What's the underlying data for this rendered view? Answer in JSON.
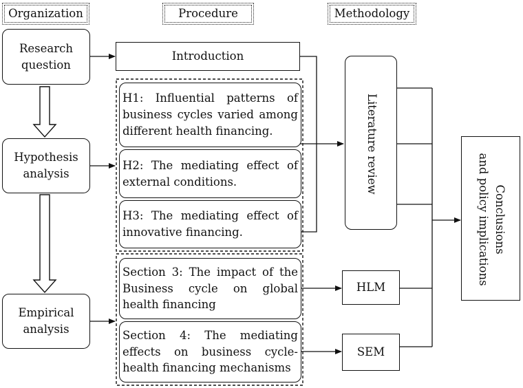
{
  "headers": {
    "organization": "Organization",
    "procedure": "Procedure",
    "methodology": "Methodology"
  },
  "organization": {
    "research_question": "Research question",
    "hypothesis_analysis": "Hypothesis analysis",
    "empirical_analysis": "Empirical analysis"
  },
  "procedure": {
    "introduction": "Introduction",
    "h1": "H1: Influential patterns of business cycles varied among different health financing.",
    "h2": "H2: The mediating effect of external conditions.",
    "h3": "H3: The mediating effect of innovative financing.",
    "section3": "Section 3: The impact of the Business cycle on global health financing",
    "section4": "Section 4: The mediating effects on business cycle-health financing mechanisms"
  },
  "methodology": {
    "literature_review": "Literature review",
    "hlm": "HLM",
    "sem": "SEM"
  },
  "conclusions": {
    "line1": "Conclusions",
    "line2": "and policy implications"
  }
}
